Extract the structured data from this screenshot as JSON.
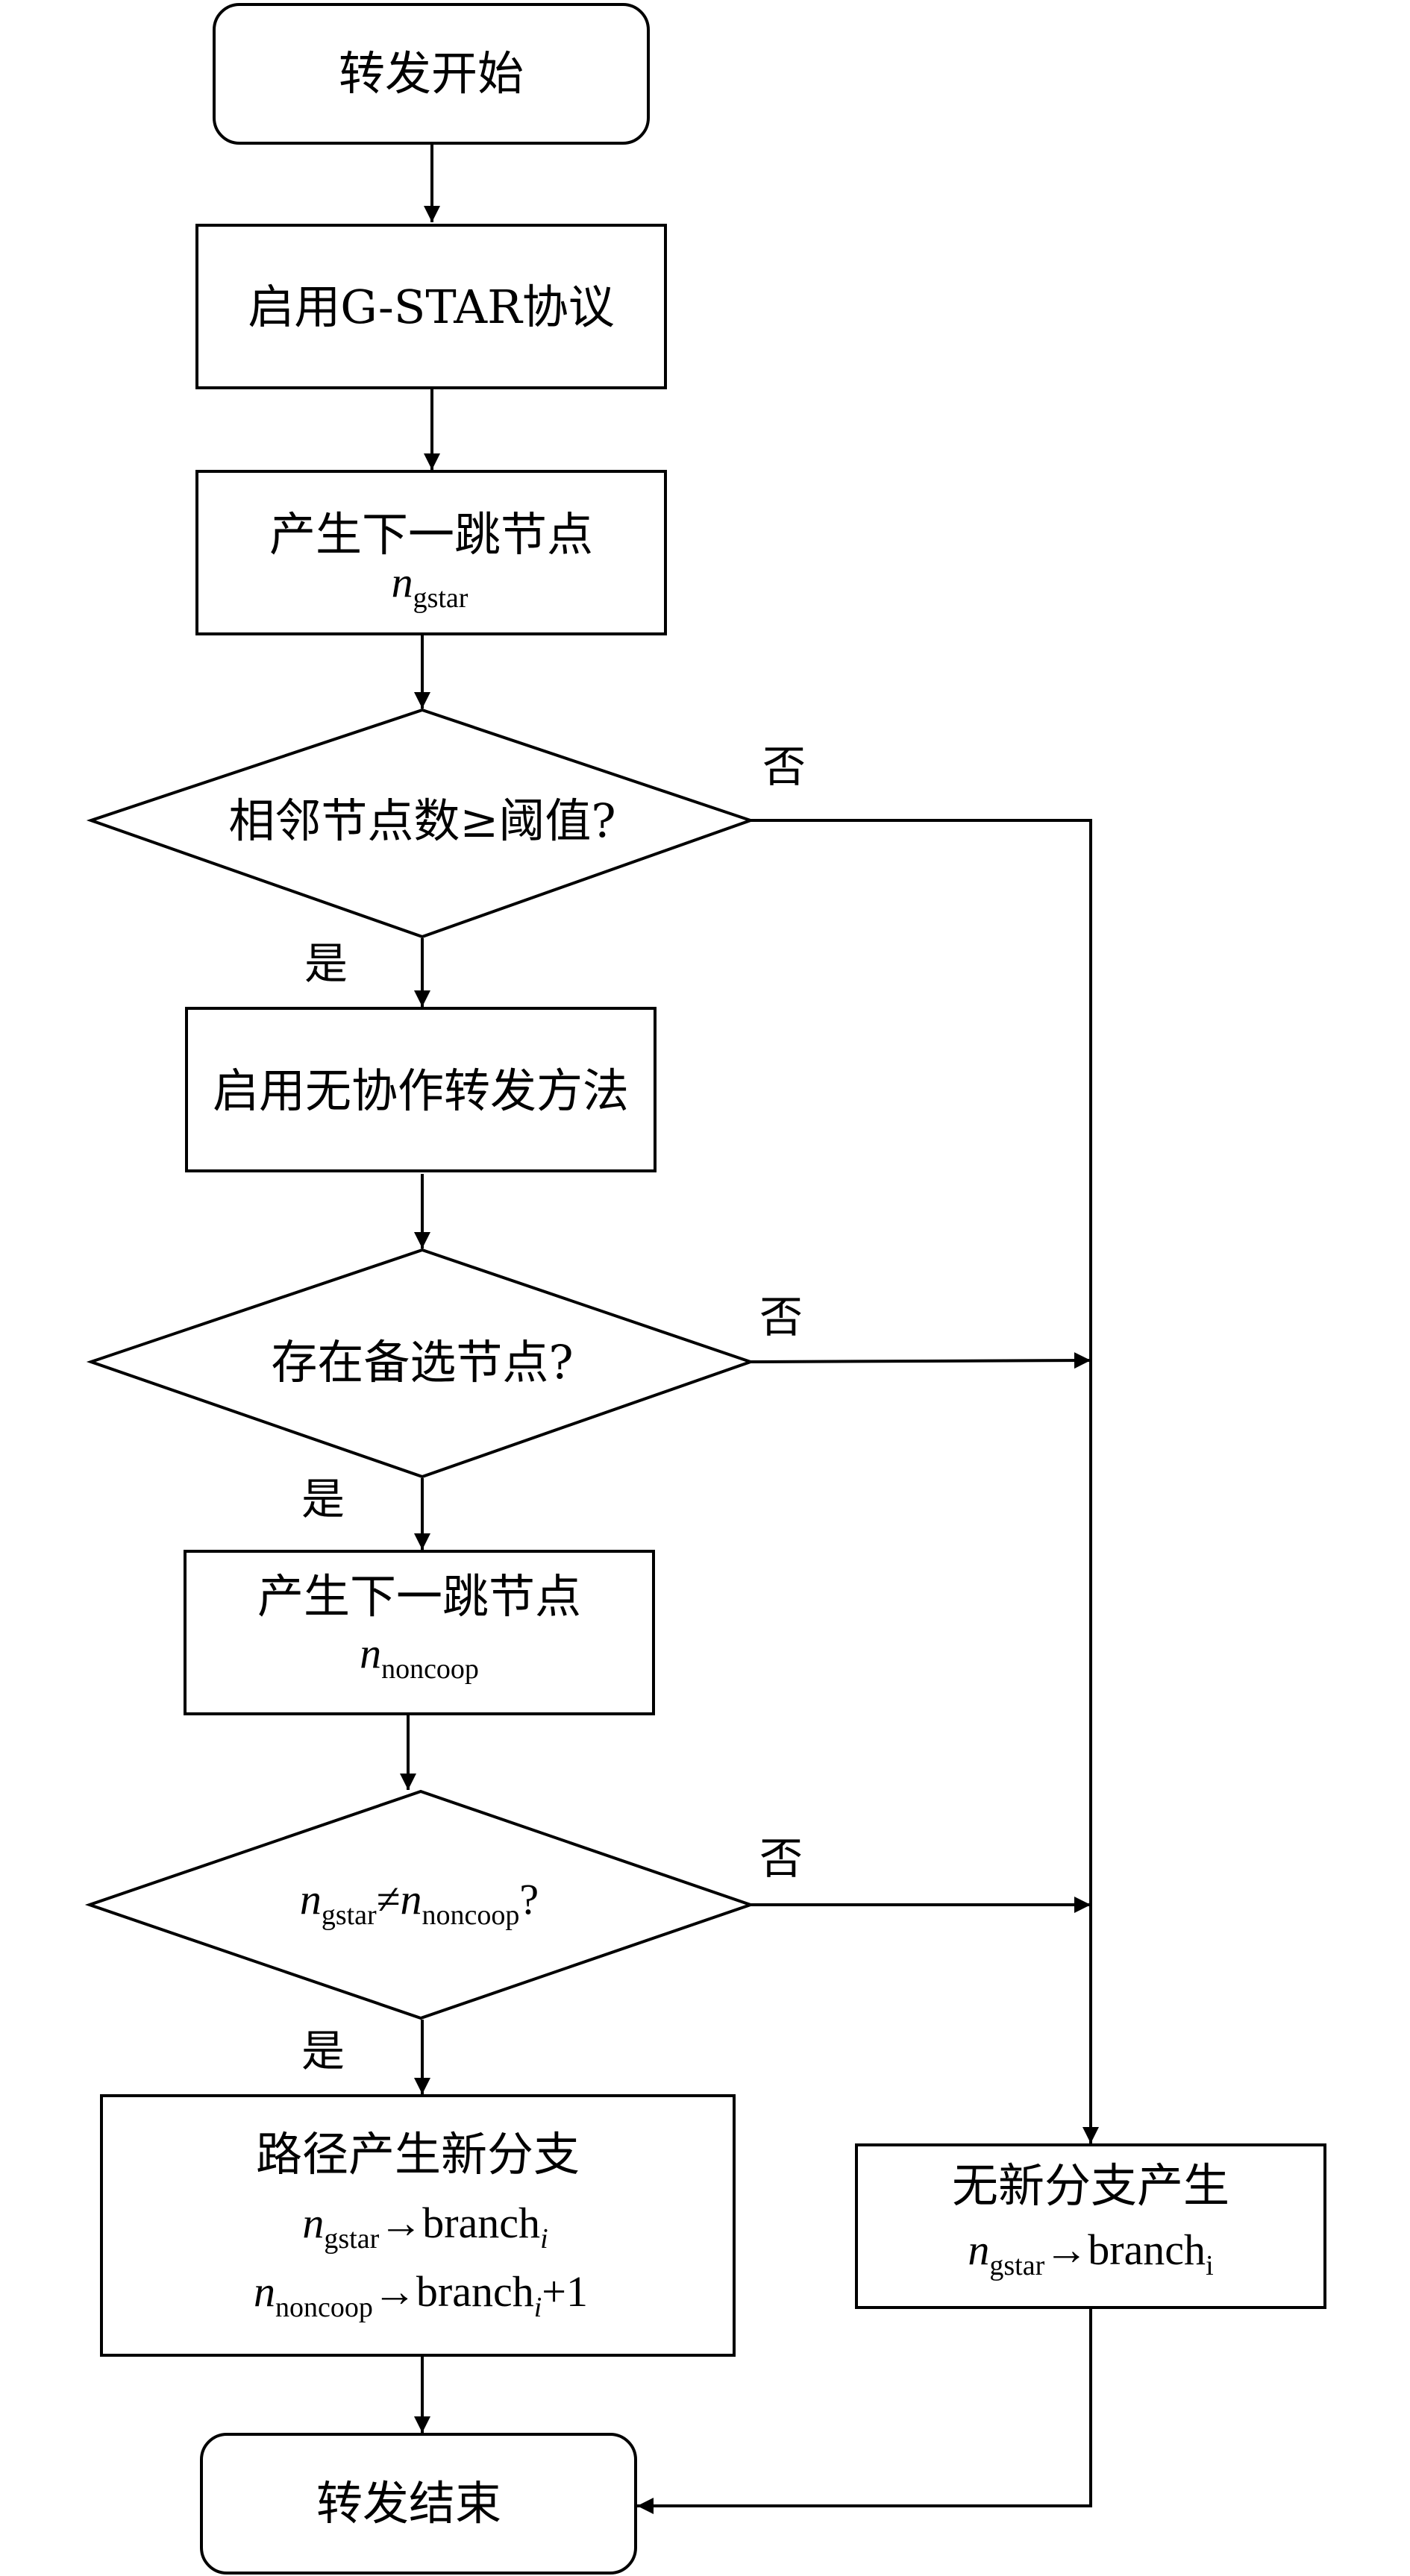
{
  "nodes": {
    "start": {
      "label": "转发开始"
    },
    "enable_gstar": {
      "label": "启用G-STAR协议"
    },
    "next_hop_gstar": {
      "label": "产生下一跳节点",
      "var": "n",
      "sub": "gstar"
    },
    "neighbors_check": {
      "label": "相邻节点数≥阈值?"
    },
    "enable_noncoop": {
      "label": "启用无协作转发方法"
    },
    "candidate_check": {
      "label": "存在备选节点?"
    },
    "next_hop_noncoop": {
      "label": "产生下一跳节点",
      "var": "n",
      "sub": "noncoop"
    },
    "compare_check": {
      "var": "n",
      "sub1": "gstar",
      "op": "≠",
      "sub2": "noncoop",
      "q": "?"
    },
    "new_branch": {
      "label": "路径产生新分支",
      "line1": {
        "var": "n",
        "sub": "gstar",
        "arrow": "→",
        "target": "branch",
        "target_sub": "i"
      },
      "line2": {
        "var": "n",
        "sub": "noncoop",
        "arrow": "→",
        "target": "branch",
        "target_sub": "i",
        "suffix": "+1"
      }
    },
    "no_branch": {
      "label": "无新分支产生",
      "line1": {
        "var": "n",
        "sub": "gstar",
        "arrow": "→",
        "target": "branch",
        "target_sub": "i"
      }
    },
    "end": {
      "label": "转发结束"
    }
  },
  "edge_labels": {
    "yes": "是",
    "no": "否"
  }
}
